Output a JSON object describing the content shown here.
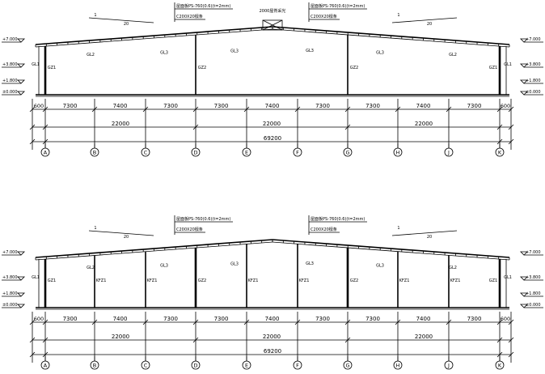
{
  "roof_label": "2000屋脊采光",
  "elevations": [
    {
      "name": "upper",
      "sheet_labels": [
        "屋面板PS-760(0.6)(t=2mm)",
        "屋面板PS-760(0.6)(t=2mm)"
      ],
      "purlin_labels": [
        "C200X20檩条",
        "C200X20檩条"
      ],
      "slope_labels": [
        "1",
        "20",
        "1",
        "20"
      ],
      "beam_labels": [
        "GL1",
        "GL2",
        "GL3",
        "GL3",
        "GL3",
        "GL3",
        "GL2",
        "GL1"
      ],
      "column_labels": [
        "GZ1",
        "GZ2",
        "GZ2",
        "GZ1"
      ],
      "level_labels_left": [
        "+7.000",
        "+3.800",
        "+1.800",
        "±0.000"
      ],
      "level_labels_right": [
        "+7.000",
        "+3.800",
        "+1.800",
        "±0.000"
      ]
    },
    {
      "name": "lower",
      "sheet_labels": [
        "屋面板PS-760(0.6)(t=2mm)",
        "屋面板PS-760(0.6)(t=2mm)"
      ],
      "purlin_labels": [
        "C200X20檩条",
        "C200X20檩条"
      ],
      "slope_labels": [
        "1",
        "20",
        "1",
        "20"
      ],
      "beam_labels": [
        "GL1",
        "GL2",
        "GL3",
        "GL3",
        "GL3",
        "GL3",
        "GL2",
        "GL1"
      ],
      "column_labels": [
        "GZ1",
        "KFZ1",
        "KFZ1",
        "GZ2",
        "KFZ1",
        "KFZ1",
        "GZ2",
        "KFZ1",
        "KFZ1",
        "GZ1"
      ],
      "level_labels_left": [
        "+7.000",
        "+3.800",
        "+1.800",
        "±0.000"
      ],
      "level_labels_right": [
        "+7.000",
        "+3.800",
        "+1.800",
        "±0.000"
      ]
    }
  ],
  "bay_dims": [
    "600",
    "7300",
    "7400",
    "7300",
    "7300",
    "7400",
    "7300",
    "7300",
    "7400",
    "7300",
    "600"
  ],
  "segment_dims": [
    "22000",
    "22000",
    "22000"
  ],
  "total_dim": "69200",
  "axes": [
    "A",
    "B",
    "C",
    "D",
    "E",
    "F",
    "G",
    "H",
    "J",
    "K"
  ]
}
